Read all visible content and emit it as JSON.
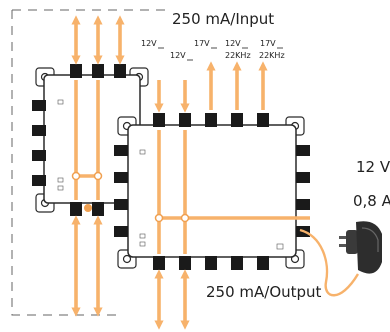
{
  "labels": {
    "input": "250 mA/Input",
    "output": "250 mA/Output",
    "voltage": "12 V",
    "current": "0,8 A"
  },
  "signal_tags": [
    {
      "line1": "12V",
      "line2": ""
    },
    {
      "line1": "",
      "line2": "12V"
    },
    {
      "line1": "17V",
      "line2": ""
    },
    {
      "line1": "12V",
      "line2": "22KHz"
    },
    {
      "line1": "17V",
      "line2": "22KHz"
    }
  ],
  "colors": {
    "arrow": "#f7b26b",
    "device_outline": "#2a2a2a",
    "device_fill": "#ffffff",
    "connector": "#1a1a1a",
    "dashed_frame": "#666666",
    "dot": "#f0a050"
  },
  "icons": [
    "power-adapter-icon",
    "arrow-up-icon",
    "arrow-down-icon",
    "double-arrow-icon"
  ]
}
